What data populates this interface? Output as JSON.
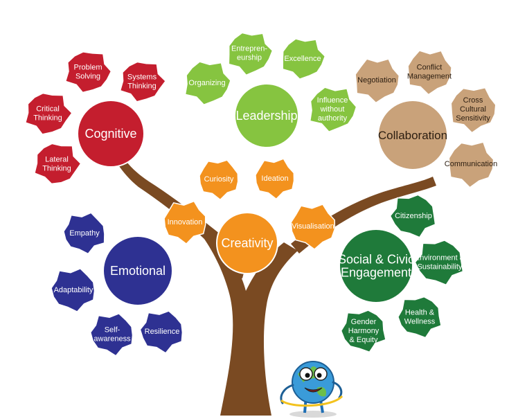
{
  "colors": {
    "cognitive": "#c41e2e",
    "leadership": "#86c440",
    "collaboration": "#c9a27a",
    "creativity": "#f3921e",
    "emotional": "#2e3192",
    "social": "#1f7a3a",
    "trunk": "#7a4a22"
  },
  "clusters": [
    {
      "key": "cognitive",
      "label": [
        "Cognitive"
      ],
      "leaves": [
        [
          "Problem",
          "Solving"
        ],
        [
          "Systems",
          "Thinking"
        ],
        [
          "Critical",
          "Thinking"
        ],
        [
          "Lateral",
          "Thinking"
        ]
      ]
    },
    {
      "key": "leadership",
      "label": [
        "Leadership"
      ],
      "leaves": [
        [
          "Entrepren-",
          "eurship"
        ],
        [
          "Excellence"
        ],
        [
          "Organizing"
        ],
        [
          "Influence",
          "without",
          "authority"
        ]
      ]
    },
    {
      "key": "collaboration",
      "label": [
        "Collaboration"
      ],
      "leaves": [
        [
          "Negotiation"
        ],
        [
          "Conflict",
          "Management"
        ],
        [
          "Cross",
          "Cultural",
          "Sensitivity"
        ],
        [
          "Communication"
        ]
      ]
    },
    {
      "key": "creativity",
      "label": [
        "Creativity"
      ],
      "leaves": [
        [
          "Curiosity"
        ],
        [
          "Ideation"
        ],
        [
          "Innovation"
        ],
        [
          "Visualisation"
        ]
      ]
    },
    {
      "key": "emotional",
      "label": [
        "Emotional"
      ],
      "leaves": [
        [
          "Empathy"
        ],
        [
          "Adaptability"
        ],
        [
          "Self-",
          "awareness"
        ],
        [
          "Resilience"
        ]
      ]
    },
    {
      "key": "social",
      "label": [
        "Social & Civic",
        "Engagement"
      ],
      "leaves": [
        [
          "Citizenship"
        ],
        [
          "Environment &",
          "Sustainability"
        ],
        [
          "Health &",
          "Wellness"
        ],
        [
          "Gender",
          "Harmony",
          "& Equity"
        ]
      ]
    }
  ]
}
